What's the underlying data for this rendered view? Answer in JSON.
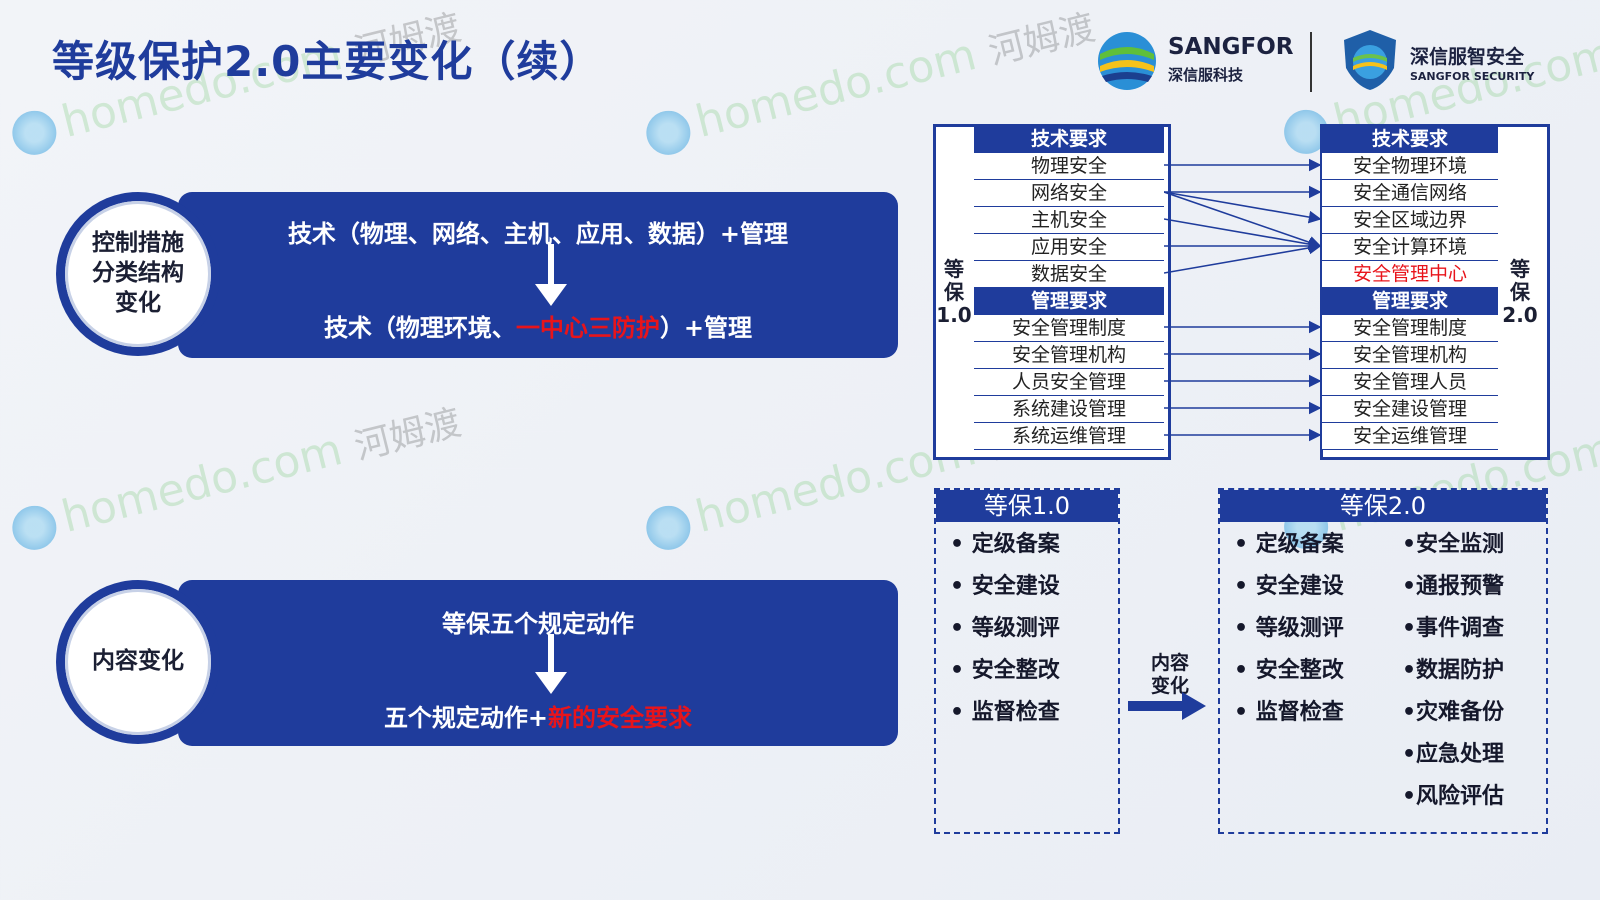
{
  "title": "等级保护2.0主要变化（续）",
  "logos": {
    "sangfor_name": "SANGFOR",
    "sangfor_cn": "深信服科技",
    "security_cn": "深信服智安全",
    "security_en": "SANGFOR SECURITY"
  },
  "watermark": {
    "latin": "homedo.com",
    "cn": "河姆渡"
  },
  "section1": {
    "circle": "控制措施\n分类结构\n变化",
    "line1": "技术（物理、网络、主机、应用、数据）+管理",
    "line2_prefix": "技术（物理环境、",
    "line2_red": "一中心三防护",
    "line2_suffix": "）+管理"
  },
  "section2": {
    "circle": "内容变化",
    "line1": "等保五个规定动作",
    "line2_prefix": "五个规定动作+",
    "line2_red": "新的安全要求"
  },
  "mapping": {
    "left_label": "等\n保\n1.0",
    "right_label": "等\n保\n2.0",
    "left": [
      "技术要求",
      "物理安全",
      "网络安全",
      "主机安全",
      "应用安全",
      "数据安全",
      "管理要求",
      "安全管理制度",
      "安全管理机构",
      "人员安全管理",
      "系统建设管理",
      "系统运维管理"
    ],
    "right": [
      "技术要求",
      "安全物理环境",
      "安全通信网络",
      "安全区域边界",
      "安全计算环境",
      "安全管理中心",
      "管理要求",
      "安全管理制度",
      "安全管理机构",
      "安全管理人员",
      "安全建设管理",
      "安全运维管理"
    ]
  },
  "box1": {
    "title": "等保1.0",
    "items": [
      "定级备案",
      "安全建设",
      "等级测评",
      "安全整改",
      "监督检查"
    ]
  },
  "middle": "内容\n变化",
  "box2": {
    "title": "等保2.0",
    "items_left": [
      "定级备案",
      "安全建设",
      "等级测评",
      "安全整改",
      "监督检查"
    ],
    "items_right": [
      "•安全监测",
      "•通报预警",
      "•事件调查",
      "•数据防护",
      "•灾难备份",
      "•应急处理",
      "•风险评估"
    ]
  },
  "colors": {
    "primary": "#1f3c9c",
    "accent_red": "#e8141b"
  }
}
